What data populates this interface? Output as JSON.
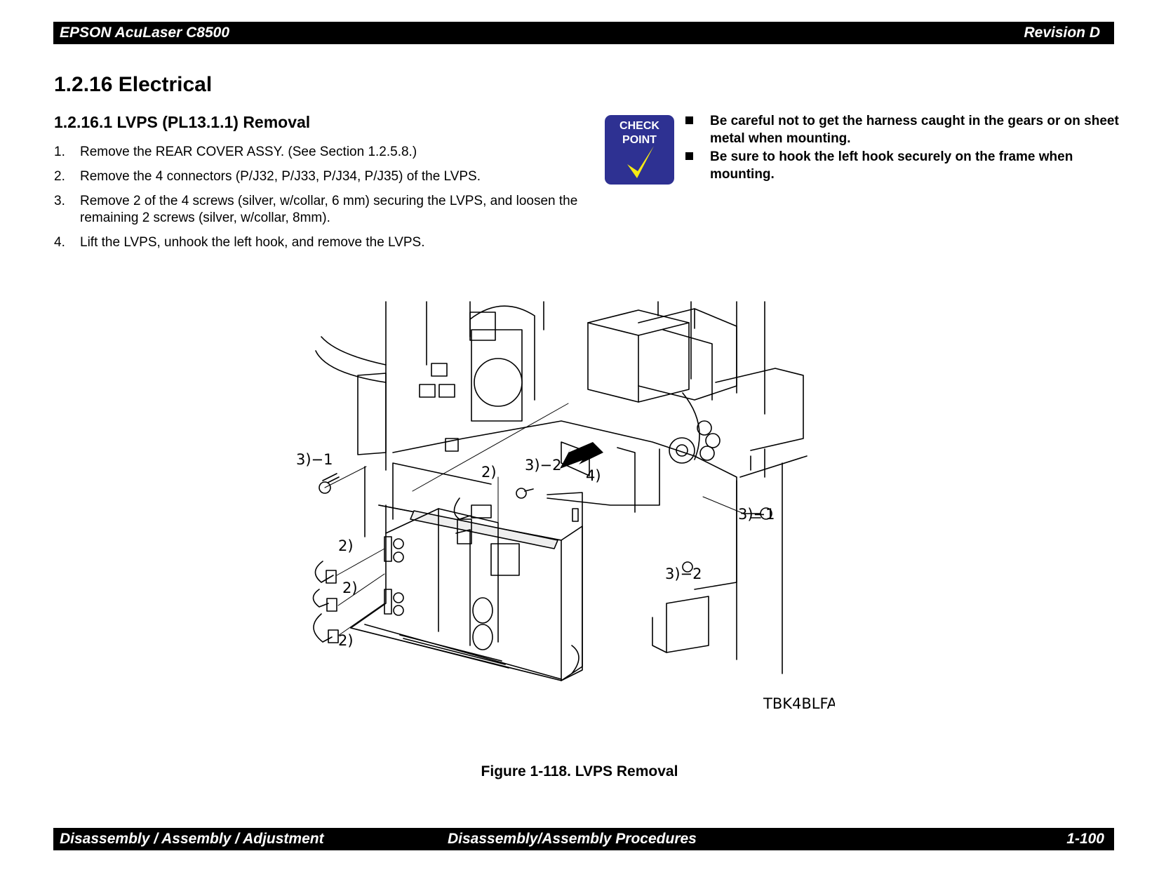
{
  "header": {
    "left": "EPSON AcuLaser C8500",
    "right": "Revision D"
  },
  "section": {
    "heading": "1.2.16  Electrical",
    "subheading": "1.2.16.1  LVPS (PL13.1.1) Removal"
  },
  "steps": [
    {
      "num": "1.",
      "text": "Remove the REAR COVER ASSY. (See Section 1.2.5.8.)"
    },
    {
      "num": "2.",
      "text": "Remove the 4 connectors (P/J32, P/J33, P/J34, P/J35) of the LVPS."
    },
    {
      "num": "3.",
      "text": "Remove 2 of the 4 screws (silver, w/collar, 6 mm) securing the LVPS, and loosen the remaining 2 screws (silver, w/collar, 8mm)."
    },
    {
      "num": "4.",
      "text": "Lift the LVPS, unhook the left hook, and remove the LVPS."
    }
  ],
  "checkpoint": {
    "badge_line1": "CHECK",
    "badge_line2": "POINT",
    "badge_color": "#2e3192",
    "check_color": "#f6eb14",
    "items": [
      "Be careful not to get the harness caught in the gears or on sheet metal when mounting.",
      "Be sure to hook the left hook securely on the frame when mounting."
    ]
  },
  "figure": {
    "callouts": {
      "c31_left": "3)−1",
      "c2_top": "2)",
      "c32_top": "3)−2",
      "c4": "4)",
      "c31_right": "3)−1",
      "c2_a": "2)",
      "c2_b": "2)",
      "c2_c": "2)",
      "c32_bottom": "3)−2"
    },
    "code": "TBK4BLFA",
    "caption": "Figure 1-118.  LVPS Removal"
  },
  "footer": {
    "left": "Disassembly / Assembly / Adjustment",
    "center": "Disassembly/Assembly Procedures",
    "right": "1-100"
  }
}
